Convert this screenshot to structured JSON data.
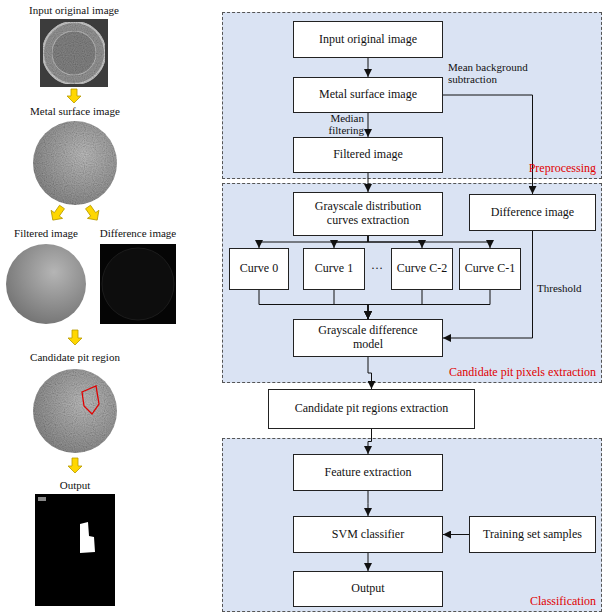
{
  "diagram": {
    "nodes": [
      {
        "text": [
          "Preprocessing"
        ]
      },
      {
        "text": [
          "Input original image"
        ],
        "in": 0
      },
      {
        "text": [
          "Metal surface image"
        ],
        "in": 0
      },
      {
        "text": [
          "Filtered image"
        ],
        "in": 0
      },
      {
        "text": [
          "Candidate pit pixels extraction"
        ]
      },
      {
        "text": [
          "Grayscale distribution curves extraction"
        ],
        "in": 4
      },
      {
        "text": [
          "Difference image"
        ],
        "in": 4
      },
      {
        "text": [
          "Curve 0"
        ],
        "in": 4
      },
      {
        "text": [
          "Curve 1"
        ],
        "in": 4
      },
      {
        "text": [
          "Curve C-2"
        ],
        "in": 4
      },
      {
        "text": [
          "Curve C-1"
        ],
        "in": 4
      },
      {
        "text": [
          "Grayscale difference model"
        ],
        "in": 4
      },
      {
        "text": [
          "Candidate pit regions extraction"
        ]
      },
      {
        "text": [
          "Classification"
        ]
      },
      {
        "text": [
          "Feature extraction"
        ],
        "in": 13
      },
      {
        "text": [
          "SVM classifier"
        ],
        "in": 13
      },
      {
        "text": [
          "Training set samples"
        ],
        "in": 13
      },
      {
        "text": [
          "Output"
        ],
        "in": 13
      }
    ],
    "edges": [
      {
        "from": 1,
        "to": 2,
        "arrow": "to"
      },
      {
        "from": 2,
        "to": 3,
        "label": "Median filtering",
        "arrow": "to"
      },
      {
        "from": 2,
        "to": 6,
        "label": "Mean background subtraction",
        "arrow": "to"
      },
      {
        "from": 3,
        "to": 5,
        "arrow": "to"
      },
      {
        "from": 5,
        "to": 7,
        "arrow": "to"
      },
      {
        "from": 5,
        "to": 8,
        "arrow": "to"
      },
      {
        "from": 5,
        "to": 9,
        "arrow": "to"
      },
      {
        "from": 5,
        "to": 10,
        "arrow": "to"
      },
      {
        "from": 7,
        "to": 11,
        "arrow": "to"
      },
      {
        "from": 8,
        "to": 11,
        "arrow": "to"
      },
      {
        "from": 9,
        "to": 11,
        "arrow": "to"
      },
      {
        "from": 10,
        "to": 11,
        "arrow": "to"
      },
      {
        "from": 6,
        "to": 11,
        "label": "Threshold",
        "arrow": "to"
      },
      {
        "from": 11,
        "to": 12,
        "arrow": "to"
      },
      {
        "from": 12,
        "to": 14,
        "arrow": "to"
      },
      {
        "from": 14,
        "to": 15,
        "arrow": "to"
      },
      {
        "from": 16,
        "to": 15,
        "arrow": "to"
      },
      {
        "from": 15,
        "to": 17,
        "arrow": "to"
      }
    ],
    "labels": [
      "Input original image",
      "Metal surface image",
      "Filtered image",
      "Difference image",
      "Candidate pit region",
      "Output",
      "…"
    ]
  }
}
